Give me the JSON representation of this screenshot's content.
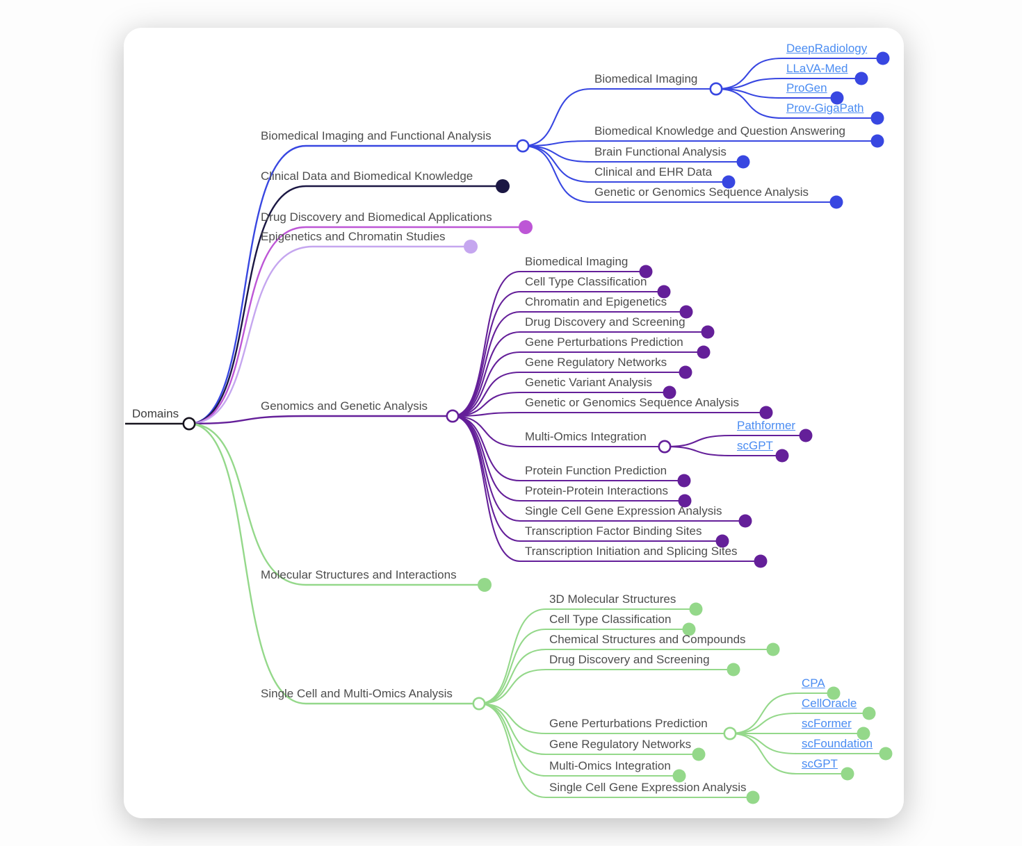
{
  "palette": {
    "root_color": "#17141f",
    "text_color": "#4d4d4d",
    "model_link_color": "#4a8cf2",
    "card_background": "#ffffff"
  },
  "tree": {
    "id": "domains",
    "label": "Domains",
    "color": "#17141f",
    "children": [
      {
        "id": "bifa",
        "label": "Biomedical Imaging and Functional Analysis",
        "color": "#3847e1",
        "children": [
          {
            "id": "bi",
            "label": "Biomedical Imaging",
            "children": [
              {
                "id": "deepradiology",
                "label": "DeepRadiology",
                "link": true
              },
              {
                "id": "llavamed",
                "label": "LLaVA-Med",
                "link": true
              },
              {
                "id": "progen",
                "label": "ProGen",
                "link": true
              },
              {
                "id": "provgigapath",
                "label": "Prov-GigaPath",
                "link": true
              }
            ]
          },
          {
            "id": "bkqa",
            "label": "Biomedical Knowledge and Question Answering"
          },
          {
            "id": "bfa",
            "label": "Brain Functional Analysis"
          },
          {
            "id": "cehr",
            "label": "Clinical and EHR Data"
          },
          {
            "id": "ggsab",
            "label": "Genetic or Genomics Sequence Analysis"
          }
        ]
      },
      {
        "id": "cdbk",
        "label": "Clinical Data and Biomedical Knowledge",
        "color": "#1b1743"
      },
      {
        "id": "ddba",
        "label": "Drug Discovery and Biomedical Applications",
        "color": "#bd56d6"
      },
      {
        "id": "ecs",
        "label": "Epigenetics and Chromatin Studies",
        "color": "#c5a6ef"
      },
      {
        "id": "gga",
        "label": "Genomics and Genetic Analysis",
        "color": "#641f99",
        "children": [
          {
            "id": "pbi",
            "label": "Biomedical Imaging"
          },
          {
            "id": "pctc",
            "label": "Cell Type Classification"
          },
          {
            "id": "pcae",
            "label": "Chromatin and Epigenetics"
          },
          {
            "id": "pdds",
            "label": "Drug Discovery and Screening"
          },
          {
            "id": "pgpp",
            "label": "Gene Perturbations Prediction"
          },
          {
            "id": "pgrn",
            "label": "Gene Regulatory Networks"
          },
          {
            "id": "pgva",
            "label": "Genetic Variant Analysis"
          },
          {
            "id": "pggsa",
            "label": "Genetic or Genomics Sequence Analysis"
          },
          {
            "id": "pmoi",
            "label": "Multi-Omics Integration",
            "children": [
              {
                "id": "pathformer",
                "label": "Pathformer",
                "link": true
              },
              {
                "id": "pscgpt",
                "label": "scGPT",
                "link": true
              }
            ]
          },
          {
            "id": "ppfp",
            "label": "Protein Function Prediction"
          },
          {
            "id": "pppi",
            "label": "Protein-Protein Interactions"
          },
          {
            "id": "pscgea",
            "label": "Single Cell Gene Expression Analysis"
          },
          {
            "id": "ptfbs",
            "label": "Transcription Factor Binding Sites"
          },
          {
            "id": "ptiss",
            "label": "Transcription Initiation and Splicing Sites"
          }
        ]
      },
      {
        "id": "msi",
        "label": "Molecular Structures and Interactions",
        "color": "#94d88a"
      },
      {
        "id": "scmoa",
        "label": "Single Cell and Multi-Omics Analysis",
        "color": "#94d88a",
        "children": [
          {
            "id": "g3dms",
            "label": "3D Molecular Structures"
          },
          {
            "id": "gctc",
            "label": "Cell Type Classification"
          },
          {
            "id": "gcsc",
            "label": "Chemical Structures and Compounds"
          },
          {
            "id": "gdds",
            "label": "Drug Discovery and Screening"
          },
          {
            "id": "ggpp",
            "label": "Gene Perturbations Prediction",
            "children": [
              {
                "id": "cpa",
                "label": "CPA",
                "link": true
              },
              {
                "id": "celloracle",
                "label": "CellOracle",
                "link": true
              },
              {
                "id": "scformer",
                "label": "scFormer",
                "link": true
              },
              {
                "id": "scfoundation",
                "label": "scFoundation",
                "link": true
              },
              {
                "id": "gscgpt",
                "label": "scGPT",
                "link": true
              }
            ]
          },
          {
            "id": "ggrn",
            "label": "Gene Regulatory Networks"
          },
          {
            "id": "gmoi",
            "label": "Multi-Omics Integration"
          },
          {
            "id": "gscgea",
            "label": "Single Cell Gene Expression Analysis"
          }
        ]
      }
    ]
  }
}
